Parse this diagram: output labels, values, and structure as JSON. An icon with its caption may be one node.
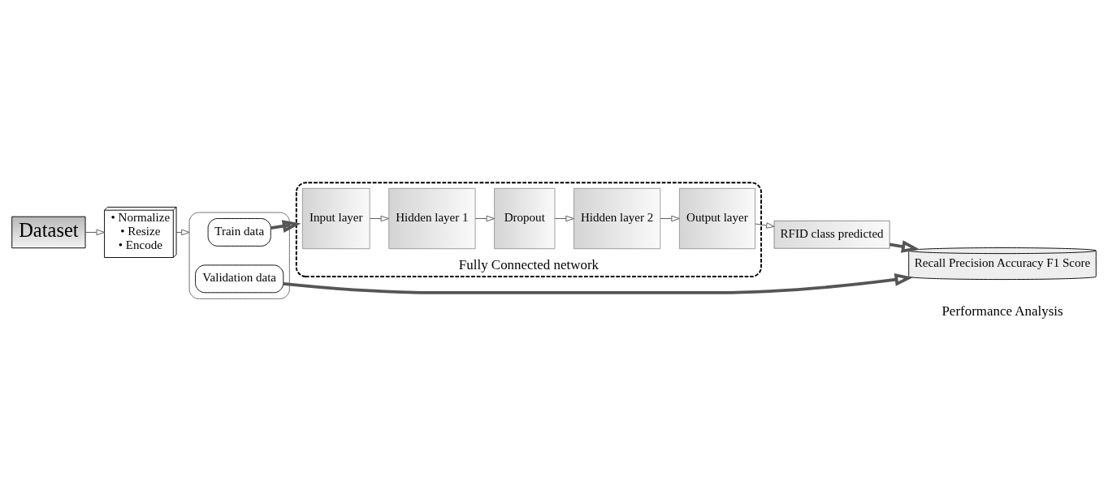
{
  "diagram": {
    "nodes": [
      {
        "text": [
          "Dataset"
        ]
      },
      {
        "text": [
          "• Normalize",
          "• Resize",
          "• Encode"
        ]
      },
      {
        "text": [],
        "shape": "box"
      },
      {
        "text": [
          "Train data"
        ],
        "in": 2
      },
      {
        "text": [
          "Validation data"
        ],
        "in": 2
      },
      {
        "text": [
          "Fully Connected network"
        ]
      },
      {
        "text": [
          "Input layer"
        ],
        "in": 5
      },
      {
        "text": [
          "Hidden layer 1"
        ],
        "in": 5
      },
      {
        "text": [
          "Dropout"
        ],
        "in": 5
      },
      {
        "text": [
          "Hidden layer 2"
        ],
        "in": 5
      },
      {
        "text": [
          "Output layer"
        ],
        "in": 5
      },
      {
        "text": [
          "RFID class predicted"
        ]
      },
      {
        "text": [
          "Recall Precision Accuracy F1 Score"
        ],
        "beside": [
          "Performance Analysis"
        ]
      }
    ],
    "edges": [
      {
        "from": 0,
        "to": 1,
        "arrow": "to"
      },
      {
        "from": 1,
        "to": 2,
        "arrow": "to"
      },
      {
        "from": 3,
        "to": 5,
        "arrow": "to",
        "style": "thick"
      },
      {
        "from": 6,
        "to": 7,
        "arrow": "to"
      },
      {
        "from": 7,
        "to": 8,
        "arrow": "to"
      },
      {
        "from": 8,
        "to": 9,
        "arrow": "to"
      },
      {
        "from": 9,
        "to": 10,
        "arrow": "to"
      },
      {
        "from": 10,
        "to": 11,
        "arrow": "to"
      },
      {
        "from": 11,
        "to": 12,
        "arrow": "to",
        "style": "thick"
      },
      {
        "from": 4,
        "to": 12,
        "arrow": "to",
        "style": "thick"
      }
    ]
  }
}
